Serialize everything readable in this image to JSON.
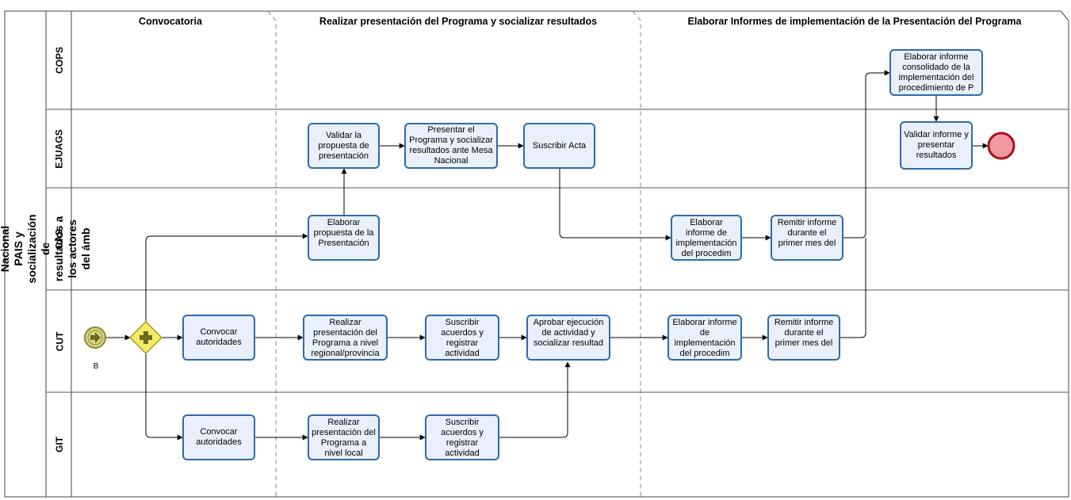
{
  "pool": {
    "title": "Presentación del Programa Nacional PAIS y socialización de resultados a los actores del ámb"
  },
  "lanes": [
    "COPS",
    "EJUAGS",
    "CAS",
    "CUT",
    "GIT"
  ],
  "phases": [
    "Convocatoria",
    "Realizar presentación del Programa y socializar resultados",
    "Elaborar Informes de implementación de la Presentación del Programa"
  ],
  "start_event": {
    "label": "B"
  },
  "tasks": {
    "cops_consolidate": "Elaborar informe consolidado de la implementación del procedimiento  de P",
    "ejuags_validate_proposal": "Validar la propuesta de presentación",
    "ejuags_present": "Presentar el Programa y socializar resultados ante Mesa Nacional",
    "ejuags_sign": "Suscribir Acta",
    "ejuags_validate_report": "Validar informe y presentar resultados",
    "cas_proposal": "Elaborar propuesta de la Presentación",
    "cas_report": "Elaborar informe de implementación del procedim",
    "cas_remit": "Remitir informe durante el primer mes del",
    "cut_convene": "Convocar autoridades",
    "cut_present": "Realizar presentación del Programa a nivel regional/provincia",
    "cut_sign": "Suscribir acuerdos y registrar actividad",
    "cut_approve": "Aprobar ejecución de actividad y socializar resultad",
    "cut_report": "Elaborar informe de implementación del procedim",
    "cut_remit": "Remitir informe durante el primer mes del",
    "git_convene": "Convocar autoridades",
    "git_present": "Realizar presentación del Programa a nivel  local",
    "git_sign": "Suscribir acuerdos y registrar actividad"
  },
  "colors": {
    "task_fill": "#eaf0fb",
    "task_border": "#2f6ba8",
    "gateway_fill": "#f4ea6a",
    "gateway_border": "#a89a1c",
    "start_fill": "#d8d68a",
    "start_border": "#8a8a2a",
    "end_fill": "#ee9aa0",
    "end_border": "#a8121a",
    "line": "#000000",
    "grid": "#6a6a6a"
  }
}
